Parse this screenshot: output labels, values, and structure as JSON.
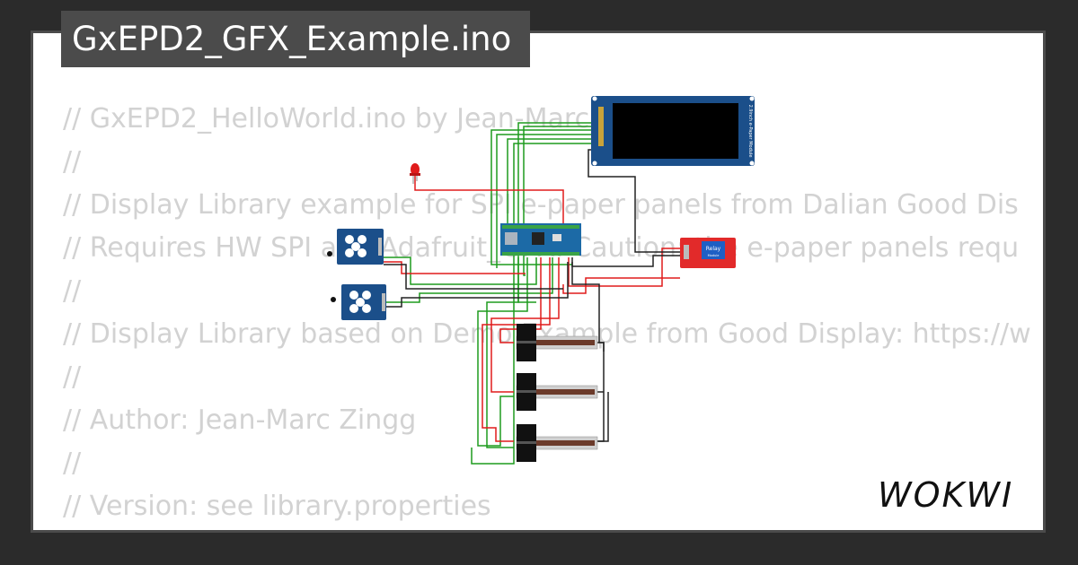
{
  "header": {
    "title": "GxEPD2_GFX_Example.ino"
  },
  "code_lines": [
    "// GxEPD2_HelloWorld.ino by Jean-Marc",
    "//",
    "// Display Library example for SPI e-paper panels from Dalian Good Dis",
    "// Requires HW SPI and Adafruit_GFX. Caution: the e-paper panels requ",
    "//",
    "// Display Library based on Demo Example from Good Display: https://w",
    "//",
    "// Author: Jean-Marc Zingg",
    "//",
    "// Version: see library.properties",
    "//"
  ],
  "circuit": {
    "epaper_label": "2.9inch e-Paper Module",
    "relay_label": "Relay",
    "relay_sublabel": "Module"
  },
  "brand": {
    "logo_text": "WOKWI"
  },
  "colors": {
    "background": "#2b2b2b",
    "card": "#ffffff",
    "tag": "#4b4b4b",
    "code_text": "#d2d2d2",
    "wire_green": "#1f9b1f",
    "wire_red": "#e01b1b",
    "wire_black": "#222222",
    "board_blue": "#1b4f8a"
  }
}
